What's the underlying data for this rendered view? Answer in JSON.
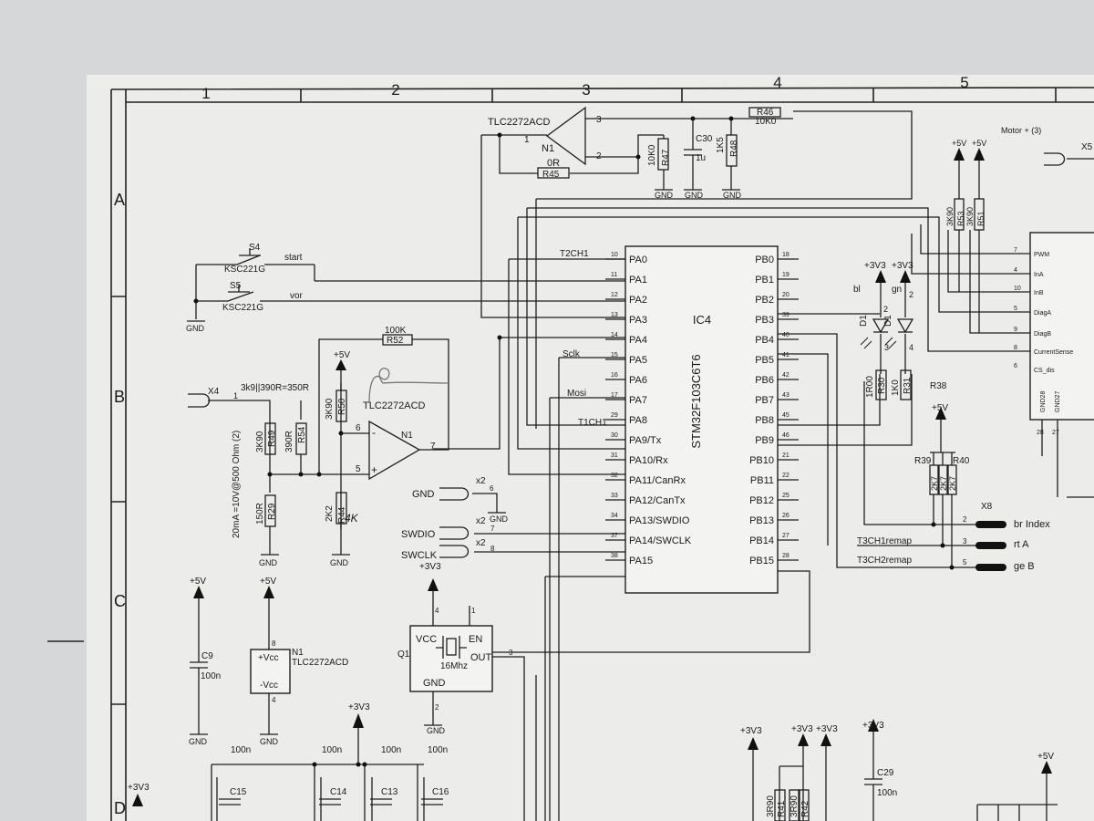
{
  "border": {
    "columns": [
      "1",
      "2",
      "3",
      "4",
      "5"
    ],
    "rows": [
      "A",
      "B",
      "C",
      "D"
    ]
  },
  "mcu": {
    "ref": "IC4",
    "part": "STM32F103C6T6",
    "left_pins": [
      {
        "num": "10",
        "name": "PA0"
      },
      {
        "num": "11",
        "name": "PA1"
      },
      {
        "num": "12",
        "name": "PA2"
      },
      {
        "num": "13",
        "name": "PA3"
      },
      {
        "num": "14",
        "name": "PA4"
      },
      {
        "num": "15",
        "name": "PA5"
      },
      {
        "num": "16",
        "name": "PA6"
      },
      {
        "num": "17",
        "name": "PA7"
      },
      {
        "num": "29",
        "name": "PA8"
      },
      {
        "num": "30",
        "name": "PA9/Tx"
      },
      {
        "num": "31",
        "name": "PA10/Rx"
      },
      {
        "num": "32",
        "name": "PA11/CanRx"
      },
      {
        "num": "33",
        "name": "PA12/CanTx"
      },
      {
        "num": "34",
        "name": "PA13/SWDIO"
      },
      {
        "num": "37",
        "name": "PA14/SWCLK"
      },
      {
        "num": "38",
        "name": "PA15"
      }
    ],
    "right_pins": [
      {
        "num": "18",
        "name": "PB0"
      },
      {
        "num": "19",
        "name": "PB1"
      },
      {
        "num": "20",
        "name": "PB2"
      },
      {
        "num": "39",
        "name": "PB3"
      },
      {
        "num": "40",
        "name": "PB4"
      },
      {
        "num": "41",
        "name": "PB5"
      },
      {
        "num": "42",
        "name": "PB6"
      },
      {
        "num": "43",
        "name": "PB7"
      },
      {
        "num": "45",
        "name": "PB8"
      },
      {
        "num": "46",
        "name": "PB9"
      },
      {
        "num": "21",
        "name": "PB10"
      },
      {
        "num": "22",
        "name": "PB11"
      },
      {
        "num": "25",
        "name": "PB12"
      },
      {
        "num": "26",
        "name": "PB13"
      },
      {
        "num": "27",
        "name": "PB14"
      },
      {
        "num": "28",
        "name": "PB15"
      }
    ]
  },
  "nets": {
    "t2ch1": "T2CH1",
    "sclk": "Sclk",
    "mosi": "Mosi",
    "t1ch1": "T1CH1",
    "t3ch1": "T3CH1remap",
    "t3ch2": "T3CH2remap",
    "motor": "Motor + (3)"
  },
  "opamp_top": {
    "part": "TLC2272ACD",
    "ref": "N1",
    "pin1": "1",
    "pin2": "2",
    "pin3": "3"
  },
  "opamp_mid": {
    "part": "TLC2272ACD",
    "ref": "N1",
    "pin6": "6",
    "pin5": "5",
    "pin7": "7",
    "minus": "-",
    "plus": "+"
  },
  "opamp_pwr": {
    "part": "TLC2272ACD",
    "ref": "N1",
    "vcc": "+Vcc",
    "vee": "-Vcc",
    "pin8": "8",
    "pin4": "4"
  },
  "parts": {
    "r45": "R45",
    "r45v": "0R",
    "r47": "R47",
    "r47v": "10K0",
    "c30": "C30",
    "c30v": "1u",
    "r48": "R48",
    "r48v": "1K5",
    "r46": "R46",
    "r46v": "10K0",
    "r52": "R52",
    "r52v": "100K",
    "r50": "R50",
    "r50v": "3K90",
    "r44": "R44",
    "r44v": "2K2",
    "hand": "4K",
    "r49": "R49",
    "r49v": "3K90",
    "r54": "R54",
    "r54v": "390R",
    "r29": "R29",
    "r29v": "150R",
    "shunt": "3k9||390R=350R",
    "x4": "X4",
    "x4pin": "1",
    "note": "20mA =10V@500 Ohm (2)",
    "s4": "S4",
    "s4p": "KSC221G",
    "s4n": "start",
    "s5": "S5",
    "s5p": "KSC221G",
    "s5n": "vor",
    "x2": "x2",
    "x2p6": "6",
    "x2p7": "7",
    "x2p8": "8",
    "swdio": "SWDIO",
    "swclk": "SWCLK",
    "q1": "Q1",
    "q1vcc": "VCC",
    "q1en": "EN",
    "q1out": "OUT",
    "q1gnd": "GND",
    "q1f": "16Mhz",
    "q1p4": "4",
    "q1p1": "1",
    "q1p3": "3",
    "q1p2": "2",
    "c9": "C9",
    "c9v": "100n",
    "c15": "C15",
    "c14": "C14",
    "c13": "C13",
    "c16": "C16",
    "c100n": "100n",
    "c29": "C29",
    "c29v": "100n",
    "r90": "3R90",
    "r41": "R41",
    "r42": "R42",
    "d1a": "D1",
    "d1b": "D1",
    "bl": "bl",
    "gn": "gn",
    "r30": "R30",
    "r30v": "1R00",
    "r31": "R31",
    "r31v": "1K0",
    "p2": "2",
    "p3": "3",
    "p4": "4",
    "p1": "1",
    "r38": "R38",
    "r39": "R39",
    "r40": "R40",
    "r2k7": "2K7",
    "x8": "X8",
    "x8p2": "2",
    "x8p3": "3",
    "x8p5": "5",
    "brindex": "br Index",
    "rta": "rt A",
    "geb": "ge B",
    "r53": "R53",
    "r53v": "3K90",
    "r51": "R51",
    "r51v": "3K90",
    "x5": "X5"
  },
  "driver_pins": [
    {
      "num": "7",
      "name": "PWM"
    },
    {
      "num": "4",
      "name": "InA"
    },
    {
      "num": "10",
      "name": "InB"
    },
    {
      "num": "5",
      "name": "DiagA"
    },
    {
      "num": "9",
      "name": "DiagB"
    },
    {
      "num": "8",
      "name": "CurrentSense"
    },
    {
      "num": "6",
      "name": "CS_dis"
    }
  ],
  "driver_bottom": {
    "gnd28": "GND28",
    "gnd27": "GND27",
    "p28": "28",
    "p27": "27"
  },
  "rails": {
    "p5v": "+5V",
    "p3v3": "+3V3",
    "gnd": "GND"
  }
}
